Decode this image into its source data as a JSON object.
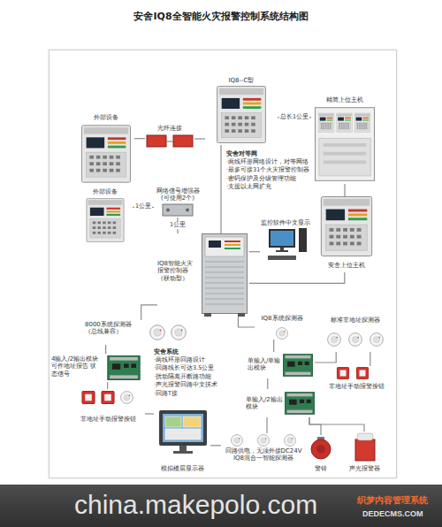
{
  "diagram": {
    "title": "安舍IQ8全智能火灾报警控制系统结构图",
    "nodes": [
      {
        "text": [
          "IQ8--C型"
        ]
      },
      {
        "text": [
          "外部设备"
        ]
      },
      {
        "text": [
          "光纤连接"
        ]
      },
      {
        "text": [
          "精简上位主机"
        ]
      },
      {
        "text": [
          "外部设备"
        ]
      },
      {
        "text": [
          "网络信号增强器 (可使用2个)"
        ]
      },
      {
        "text": [
          "监控软件中文显示"
        ]
      },
      {
        "text": [
          "安舍上位主机"
        ]
      },
      {
        "text": [
          "IQ8智能火灾报警控制器（联动型）"
        ]
      },
      {
        "text": [
          "8000系统探测器（总线兼容）"
        ]
      },
      {
        "text": [
          "4输入/2输出模块 可作地址报告 状态信号"
        ]
      },
      {
        "text": [
          "IQ8系统探测器"
        ]
      },
      {
        "text": [
          "单输入/单输出模块"
        ]
      },
      {
        "text": [
          "标准非地址探测器"
        ]
      },
      {
        "text": [
          "非地址手动报警按钮"
        ]
      },
      {
        "text": [
          "单输入/2输出模块"
        ]
      },
      {
        "text": [
          "非地址手动报警按钮"
        ]
      },
      {
        "text": [
          "模拟楼层显示器"
        ]
      },
      {
        "text": [
          "回路供电，无须外接DC24V IQ8混合一智能探测器"
        ]
      },
      {
        "text": [
          "警铃"
        ]
      },
      {
        "text": [
          "声光报警器"
        ]
      }
    ],
    "edges": [
      {
        "from": 1,
        "to": 2,
        "arrow": "none"
      },
      {
        "from": 2,
        "to": 0,
        "arrow": "none"
      },
      {
        "from": 0,
        "to": 3,
        "label": "总长1公里",
        "arrow": "none"
      },
      {
        "from": 3,
        "to": 7,
        "arrow": "none"
      },
      {
        "from": 0,
        "to": 8,
        "arrow": "none"
      },
      {
        "from": 4,
        "to": 5,
        "label": "1公里",
        "arrow": "none"
      },
      {
        "from": 5,
        "to": 8,
        "label": "1公里",
        "arrow": "none"
      },
      {
        "from": 8,
        "to": 6,
        "arrow": "none"
      },
      {
        "from": 8,
        "to": 7,
        "arrow": "none"
      },
      {
        "from": 8,
        "to": 9,
        "arrow": "none"
      },
      {
        "from": 8,
        "to": 11,
        "arrow": "none"
      },
      {
        "from": 9,
        "to": 10,
        "arrow": "none"
      },
      {
        "from": 10,
        "to": 16,
        "arrow": "none"
      },
      {
        "from": 16,
        "to": 17,
        "arrow": "none"
      },
      {
        "from": 11,
        "to": 12,
        "arrow": "none"
      },
      {
        "from": 12,
        "to": 13,
        "arrow": "none"
      },
      {
        "from": 13,
        "to": 14,
        "arrow": "none"
      },
      {
        "from": 12,
        "to": 15,
        "arrow": "none"
      },
      {
        "from": 15,
        "to": 18,
        "arrow": "none"
      },
      {
        "from": 15,
        "to": 19,
        "arrow": "none"
      },
      {
        "from": 15,
        "to": 20,
        "arrow": "none"
      },
      {
        "from": 18,
        "to": 17,
        "arrow": "none"
      }
    ],
    "labels": [
      "安舍对等网",
      "·两线环形网络设计，对等网络",
      "·最多可接31个火灾报警控制器",
      "·密码保护及分级管理功能",
      "·支援以太网扩充",
      "安舍系统",
      "·两线环形回路设计",
      "·回路线长可达3.5公里",
      "·扰动隔离开断路功能",
      "·声光报警回路中文技术",
      "·回路T接",
      "china.makepolo.com",
      "织梦内容管理系统",
      "DEDECMS.COM"
    ]
  }
}
